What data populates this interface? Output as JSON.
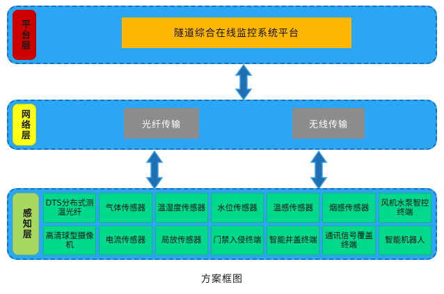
{
  "diagram": {
    "caption": "方案框图",
    "colors": {
      "band_fill": "#2BA6F5",
      "band_border": "#1E6FB5",
      "platform_tag": "#CC0000",
      "network_tag": "#FBFF17",
      "sensing_tag": "#A9D861",
      "platform_box": "#FFB600",
      "network_box": "#8C8C8C",
      "sensor_cell": "#00D98B",
      "arrow": "#1F6FB5"
    },
    "layers": [
      {
        "key": "platform",
        "tag": "平台层",
        "boxes": [
          {
            "label": "隧道综合在线监控系统平台"
          }
        ]
      },
      {
        "key": "network",
        "tag": "网络层",
        "boxes": [
          {
            "label": "光纤传输"
          },
          {
            "label": "无线传输"
          }
        ]
      },
      {
        "key": "sensing",
        "tag": "感知层",
        "cells_row1": [
          "DTS分布式测温光纤",
          "气体传感器",
          "温湿度传感器",
          "水位传感器",
          "温感传感器",
          "烟感传感器",
          "风机水泵智控终端"
        ],
        "cells_row2": [
          "高清球型摄像机",
          "电流传感器",
          "局放传感器",
          "门禁入侵终端",
          "智能井盖终端",
          "通讯信号覆盖终端",
          "智能机器人"
        ]
      }
    ],
    "arrows": [
      {
        "name": "platform-network",
        "direction": "both"
      },
      {
        "name": "network-sensing-fiber",
        "direction": "both"
      },
      {
        "name": "network-sensing-wireless",
        "direction": "both"
      }
    ]
  }
}
